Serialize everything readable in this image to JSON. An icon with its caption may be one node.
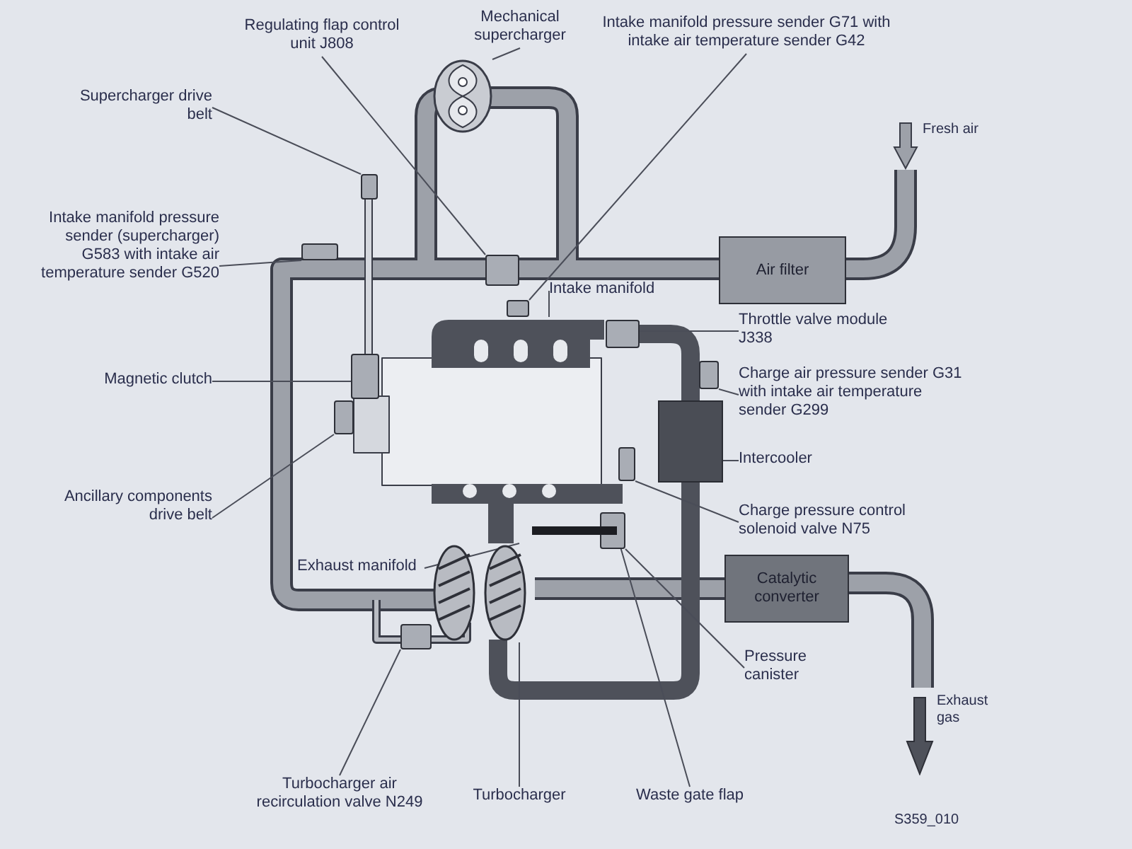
{
  "diagram": {
    "nodes": [
      {
        "text": [
          "Regulating flap control unit J808"
        ]
      },
      {
        "text": [
          "Mechanical supercharger"
        ]
      },
      {
        "text": [
          "Intake manifold pressure sender G71 with intake air temperature sender G42"
        ]
      },
      {
        "text": [
          "Supercharger drive belt"
        ]
      },
      {
        "text": [
          "Intake manifold pressure sender (supercharger) G583 with intake air temperature sender G520"
        ]
      },
      {
        "text": [
          "Magnetic clutch"
        ]
      },
      {
        "text": [
          "Ancillary components drive belt"
        ]
      },
      {
        "text": [
          "Intake manifold"
        ]
      },
      {
        "text": [
          "Throttle valve module J338"
        ]
      },
      {
        "text": [
          "Charge air pressure sender G31 with intake air temperature sender G299"
        ]
      },
      {
        "text": [
          "Intercooler"
        ]
      },
      {
        "text": [
          "Charge pressure control solenoid valve N75"
        ]
      },
      {
        "text": [
          "Exhaust manifold"
        ]
      },
      {
        "text": [
          "Pressure canister"
        ]
      },
      {
        "text": [
          "Turbocharger air recirculation valve N249"
        ]
      },
      {
        "text": [
          "Turbocharger"
        ]
      },
      {
        "text": [
          "Waste gate flap"
        ]
      },
      {
        "text": [
          "Air filter"
        ]
      },
      {
        "text": [
          "Catalytic converter"
        ]
      },
      {
        "text": [],
        "shape": "box"
      },
      {
        "text": [],
        "shape": "picture"
      },
      {
        "text": [],
        "shape": "box"
      },
      {
        "text": [],
        "shape": "box"
      },
      {
        "text": [],
        "shape": "box"
      },
      {
        "text": [],
        "shape": "box"
      },
      {
        "text": [],
        "shape": "box"
      },
      {
        "text": [],
        "shape": "picture"
      },
      {
        "text": [],
        "shape": "box"
      },
      {
        "text": [],
        "shape": "box"
      },
      {
        "text": [],
        "shape": "box"
      },
      {
        "text": [],
        "shape": "box"
      },
      {
        "text": [],
        "shape": "picture"
      },
      {
        "text": [],
        "shape": "box"
      },
      {
        "text": [],
        "shape": "box"
      },
      {
        "text": [],
        "shape": "picture"
      },
      {
        "text": [],
        "shape": "bar"
      }
    ],
    "edges": [
      {
        "from": 0,
        "to": 19,
        "arrow": "none"
      },
      {
        "from": 1,
        "to": 20,
        "arrow": "none"
      },
      {
        "from": 2,
        "to": 21,
        "arrow": "none"
      },
      {
        "from": 3,
        "to": 22,
        "arrow": "none"
      },
      {
        "from": 4,
        "to": 23,
        "arrow": "none"
      },
      {
        "from": 5,
        "to": 24,
        "arrow": "none"
      },
      {
        "from": 6,
        "to": 25,
        "arrow": "none"
      },
      {
        "from": 7,
        "to": 26,
        "arrow": "none"
      },
      {
        "from": 8,
        "to": 27,
        "arrow": "none"
      },
      {
        "from": 9,
        "to": 28,
        "arrow": "none"
      },
      {
        "from": 10,
        "to": 29,
        "arrow": "none"
      },
      {
        "from": 11,
        "to": 30,
        "arrow": "none"
      },
      {
        "from": 12,
        "to": 31,
        "arrow": "none"
      },
      {
        "from": 13,
        "to": 32,
        "arrow": "none"
      },
      {
        "from": 14,
        "to": 33,
        "arrow": "none"
      },
      {
        "from": 15,
        "to": 34,
        "arrow": "none"
      },
      {
        "from": 16,
        "to": 35,
        "arrow": "none"
      }
    ],
    "labels": [
      "Fresh air",
      "Exhaust gas",
      "S359_010"
    ]
  }
}
